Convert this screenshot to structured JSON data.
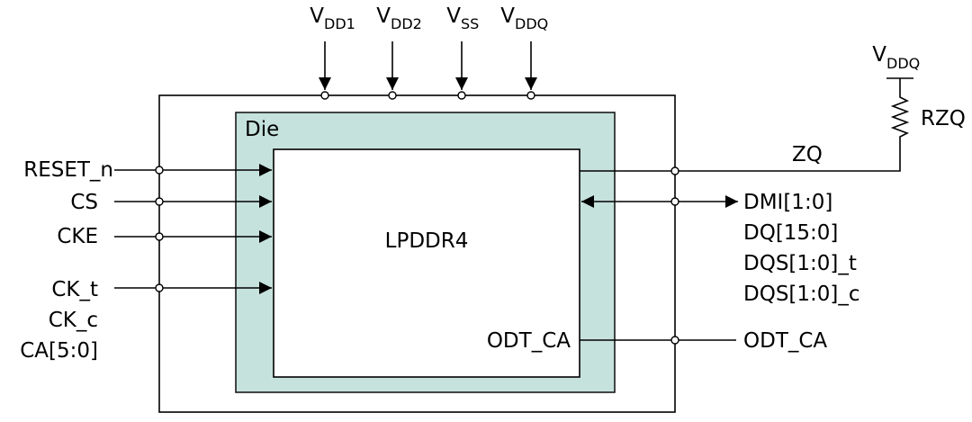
{
  "diagram": {
    "die_label": "Die",
    "chip_label": "LPDDR4",
    "supplies": [
      {
        "main": "V",
        "sub": "DD1"
      },
      {
        "main": "V",
        "sub": "DD2"
      },
      {
        "main": "V",
        "sub": "SS"
      },
      {
        "main": "V",
        "sub": "DDQ"
      }
    ],
    "ext_supply": {
      "main": "V",
      "sub": "DDQ"
    },
    "resistor_label": "RZQ",
    "zq_label": "ZQ",
    "inputs": [
      "RESET_n",
      "CS",
      "CKE",
      "CK_t",
      "CK_c",
      "CA[5:0]"
    ],
    "data_pins": [
      "DMI[1:0]",
      "DQ[15:0]",
      "DQS[1:0]_t",
      "DQS[1:0]_c"
    ],
    "odt_internal": "ODT_CA",
    "odt_external": "ODT_CA",
    "colors": {
      "die_fill": "#c6e2dc",
      "die_stroke": "#1a1a1a",
      "line": "#000000",
      "background": "#ffffff"
    }
  }
}
